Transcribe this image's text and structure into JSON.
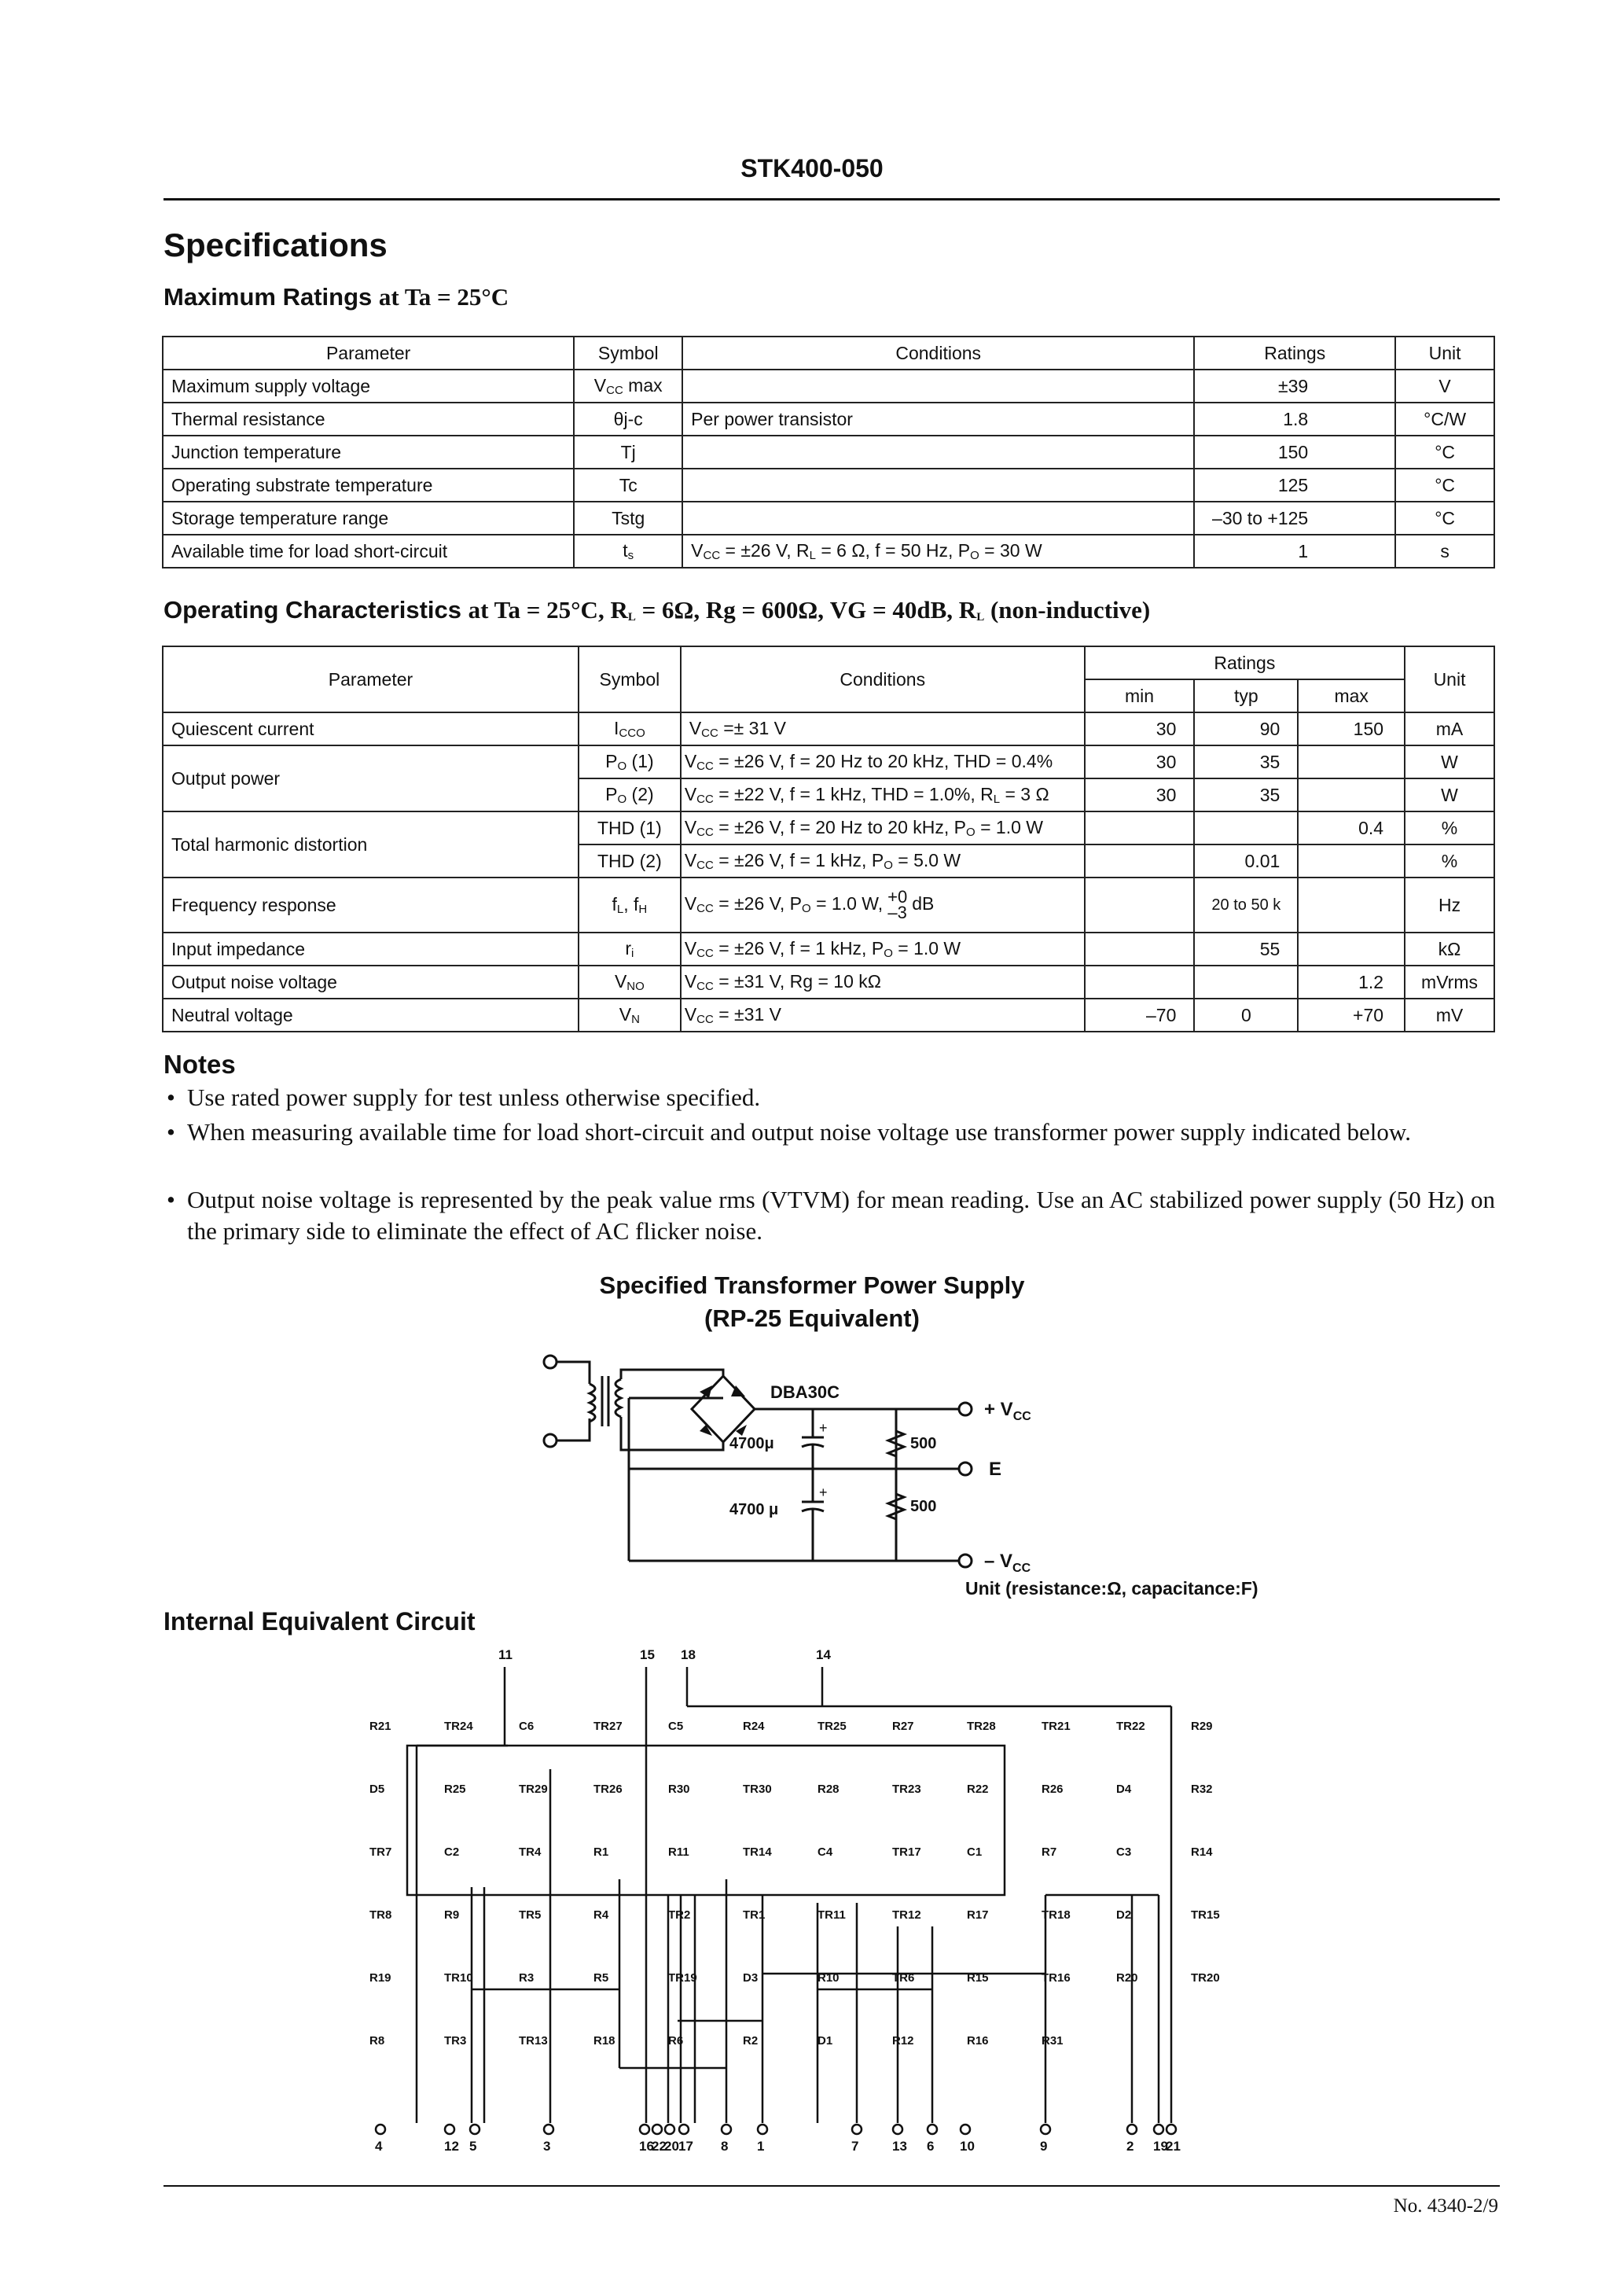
{
  "header": {
    "part_number": "STK400-050"
  },
  "headings": {
    "specifications": "Specifications",
    "max_ratings": "Maximum Ratings",
    "max_ratings_cond": "at Ta = 25°C",
    "op_char": "Operating Characteristics",
    "op_char_cond_a": "at Ta = 25°C, R",
    "op_char_cond_b": "L",
    "op_char_cond_c": " = 6Ω, Rg = 600Ω, VG = 40dB, R",
    "op_char_cond_d": "L",
    "op_char_cond_e": " (non-inductive)",
    "notes": "Notes",
    "transformer_title_1": "Specified Transformer Power Supply",
    "transformer_title_2": "(RP-25 Equivalent)",
    "internal_circuit": "Internal Equivalent Circuit"
  },
  "max_table": {
    "headers": {
      "parameter": "Parameter",
      "symbol": "Symbol",
      "conditions": "Conditions",
      "ratings": "Ratings",
      "unit": "Unit"
    },
    "rows": [
      {
        "parameter": "Maximum supply voltage",
        "sym": "V",
        "sym_sub": "CC",
        "sym_suffix": " max",
        "cond": "",
        "rating": "±39",
        "unit": "V"
      },
      {
        "parameter": "Thermal resistance",
        "sym": "θj",
        "sym_sub": "",
        "sym_suffix": "-c",
        "cond": "Per power transistor",
        "rating": "1.8",
        "unit": "°C/W"
      },
      {
        "parameter": "Junction temperature",
        "sym": "Tj",
        "sym_sub": "",
        "sym_suffix": "",
        "cond": "",
        "rating": "150",
        "unit": "°C"
      },
      {
        "parameter": "Operating substrate temperature",
        "sym": "Tc",
        "sym_sub": "",
        "sym_suffix": "",
        "cond": "",
        "rating": "125",
        "unit": "°C"
      },
      {
        "parameter": "Storage temperature range",
        "sym": "Tstg",
        "sym_sub": "",
        "sym_suffix": "",
        "cond": "",
        "rating": "–30 to +125",
        "unit": "°C"
      },
      {
        "parameter": "Available time for load short-circuit",
        "sym": "t",
        "sym_sub": "s",
        "sym_suffix": "",
        "cond": "",
        "rating": "1",
        "unit": "s"
      }
    ],
    "short_circuit_cond": {
      "v": "V",
      "v_sub": "CC",
      "v_val": " = ±26 V, R",
      "r_sub": "L",
      "r_val": " = 6 Ω, f = 50 Hz, P",
      "p_sub": "O",
      "p_val": " = 30 W"
    }
  },
  "op_table": {
    "headers": {
      "parameter": "Parameter",
      "symbol": "Symbol",
      "conditions": "Conditions",
      "ratings": "Ratings",
      "min": "min",
      "typ": "typ",
      "max": "max",
      "unit": "Unit"
    },
    "quiescent": {
      "parameter": "Quiescent current",
      "sym": "I",
      "sym_sub": "CCO",
      "cond_v": "V",
      "cond_sub": "CC",
      "cond_val": " =± 31 V",
      "min": "30",
      "typ": "90",
      "max": "150",
      "unit": "mA"
    },
    "output_power": {
      "parameter": "Output power",
      "r1": {
        "sym": "P",
        "sym_sub": "O",
        "sym_suffix": " (1)",
        "cond_a": " = ±26 V, f = 20 Hz to 20 kHz, THD = 0.4%",
        "min": "30",
        "typ": "35",
        "unit": "W"
      },
      "r2": {
        "sym": "P",
        "sym_sub": "O",
        "sym_suffix": " (2)",
        "cond_a": " = ±22 V, f = 1 kHz, THD = 1.0%, R",
        "cond_b": " = 3 Ω",
        "min": "30",
        "typ": "35",
        "unit": "W"
      }
    },
    "thd": {
      "parameter": "Total harmonic distortion",
      "r1": {
        "sym": "THD (1)",
        "cond_a": " = ±26 V, f = 20 Hz to 20 kHz, P",
        "cond_b": " = 1.0 W",
        "max": "0.4",
        "unit": "%"
      },
      "r2": {
        "sym": "THD (2)",
        "cond_a": " = ±26 V, f = 1 kHz, P",
        "cond_b": " = 5.0 W",
        "typ": "0.01",
        "unit": "%"
      }
    },
    "freq": {
      "parameter": "Frequency response",
      "sym_a": "f",
      "sym_a_sub": "L",
      "sym_b": ", f",
      "sym_b_sub": "H",
      "cond_a": " = ±26 V, P",
      "cond_b": " = 1.0 W,",
      "frac_top": "+0",
      "frac_bot": "–3",
      "cond_unit": "dB",
      "typ": "20 to 50 k",
      "unit": "Hz"
    },
    "input_imp": {
      "parameter": "Input impedance",
      "sym": "r",
      "sym_sub": "i",
      "cond_a": " = ±26 V, f = 1 kHz, P",
      "cond_b": " = 1.0 W",
      "typ": "55",
      "unit": "kΩ"
    },
    "noise": {
      "parameter": "Output noise voltage",
      "sym": "V",
      "sym_sub": "NO",
      "cond_a": " = ±31 V, Rg = 10 kΩ",
      "max": "1.2",
      "unit": "mVrms"
    },
    "neutral": {
      "parameter": "Neutral voltage",
      "sym": "V",
      "sym_sub": "N",
      "cond_a": " = ±31 V",
      "min": "–70",
      "typ": "0",
      "max": "+70",
      "unit": "mV"
    },
    "sub_labels": {
      "v": "V",
      "cc": "CC",
      "o": "O",
      "l": "L",
      "p": "P",
      "r": "R"
    }
  },
  "notes": {
    "bullet": "•",
    "items": [
      "Use rated power supply for test unless otherwise specified.",
      "When measuring available time for load short-circuit and output noise voltage use transformer power supply indicated below.",
      "Output noise voltage is represented by the peak value rms (VTVM) for mean reading.  Use an AC stabilized power supply (50 Hz) on the primary side to eliminate the effect of AC flicker noise."
    ]
  },
  "transformer_labels": {
    "bridge": "DBA30C",
    "vcc_pos": "+ V",
    "vcc_pos_sub": "CC",
    "e": "E",
    "vcc_neg": "– V",
    "vcc_neg_sub": "CC",
    "cap1": "4700μ",
    "cap2": "4700 μ",
    "res1": "500",
    "res2": "500",
    "plus1": "+",
    "plus2": "+"
  },
  "unit_note": "Unit (resistance:Ω, capacitance:F)",
  "circuit": {
    "top_pins": [
      "11",
      "15",
      "18",
      "14"
    ],
    "bottom_pins": [
      "4",
      "12",
      "5",
      "3",
      "16",
      "22",
      "20",
      "17",
      "8",
      "1",
      "7",
      "13",
      "6",
      "10",
      "9",
      "2",
      "19",
      "21"
    ],
    "component_labels": [
      "R21",
      "TR24",
      "C6",
      "TR27",
      "C5",
      "R24",
      "TR25",
      "R27",
      "TR28",
      "TR21",
      "TR22",
      "R29",
      "D5",
      "R25",
      "TR29",
      "TR26",
      "R30",
      "TR30",
      "R28",
      "TR23",
      "R22",
      "R26",
      "D4",
      "R32",
      "TR7",
      "C2",
      "TR4",
      "R1",
      "R11",
      "TR14",
      "C4",
      "TR17",
      "C1",
      "R7",
      "C3",
      "R14",
      "TR8",
      "R9",
      "TR5",
      "R4",
      "TR2",
      "TR1",
      "TR11",
      "TR12",
      "R17",
      "TR18",
      "D2",
      "TR15",
      "R19",
      "TR10",
      "R3",
      "R5",
      "TR19",
      "D3",
      "R10",
      "TR6",
      "R15",
      "TR16",
      "R20",
      "TR20",
      "R8",
      "TR3",
      "TR13",
      "R18",
      "R6",
      "R2",
      "D1",
      "R12",
      "R16",
      "R31"
    ]
  },
  "footer": {
    "doc_number": "No. 4340-2/9"
  }
}
